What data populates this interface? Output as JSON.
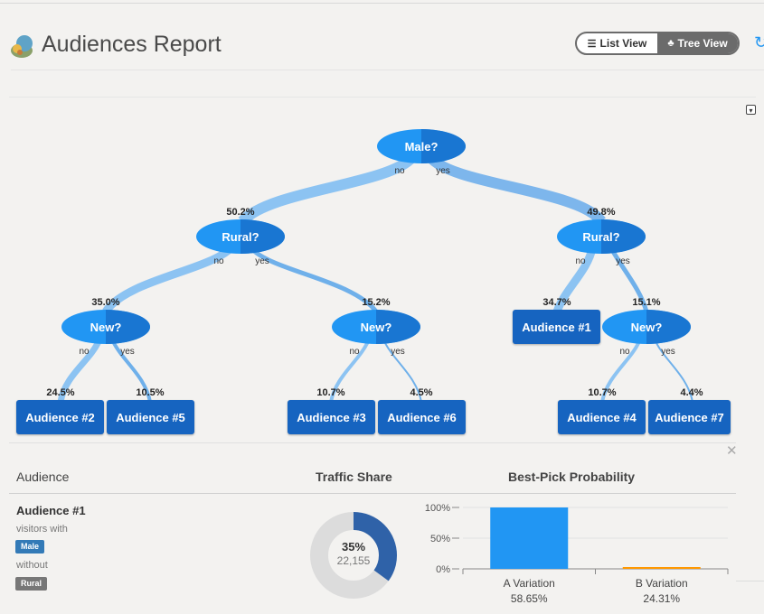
{
  "header": {
    "title": "Audiences Report",
    "list_view_label": "List View",
    "tree_view_label": "Tree View"
  },
  "tree": {
    "root": {
      "label": "Male?",
      "no": "no",
      "yes": "yes"
    },
    "left_split": {
      "label": "Rural?",
      "no": "no",
      "yes": "yes",
      "pct": "50.2%"
    },
    "right_split": {
      "label": "Rural?",
      "no": "no",
      "yes": "yes",
      "pct": "49.8%"
    },
    "ll_split": {
      "label": "New?",
      "no": "no",
      "yes": "yes",
      "pct": "35.0%"
    },
    "lr_split": {
      "label": "New?",
      "no": "no",
      "yes": "yes",
      "pct": "15.2%"
    },
    "rr_split": {
      "label": "New?",
      "no": "no",
      "yes": "yes",
      "pct": "15.1%"
    },
    "leaves": [
      {
        "label": "Audience #2",
        "pct": "24.5%"
      },
      {
        "label": "Audience #5",
        "pct": "10.5%"
      },
      {
        "label": "Audience #3",
        "pct": "10.7%"
      },
      {
        "label": "Audience #6",
        "pct": "4.5%"
      },
      {
        "label": "Audience #1",
        "pct": "34.7%"
      },
      {
        "label": "Audience #4",
        "pct": "10.7%"
      },
      {
        "label": "Audience #7",
        "pct": "4.4%"
      }
    ]
  },
  "detail": {
    "col_audience": "Audience",
    "col_traffic": "Traffic Share",
    "col_probability": "Best-Pick Probability",
    "audience_name": "Audience #1",
    "visitors_with": "visitors with",
    "with_badge": "Male",
    "without": "without",
    "without_badge": "Rural",
    "traffic": {
      "percent_label": "35%",
      "count": "22,155",
      "share": 0.35
    }
  },
  "chart_data": {
    "type": "bar",
    "categories": [
      "A Variation",
      "B Variation"
    ],
    "values": [
      100,
      2
    ],
    "value_labels": [
      "58.65%",
      "24.31%"
    ],
    "yticks": [
      "0%",
      "50%",
      "100%"
    ],
    "ylim": [
      0,
      100
    ],
    "colors": [
      "#2196f3",
      "#ff9800"
    ]
  },
  "colors": {
    "accent": "#1e88e5",
    "leaf": "#1664c0",
    "node": "#2196f3",
    "link": "#90caf9"
  }
}
